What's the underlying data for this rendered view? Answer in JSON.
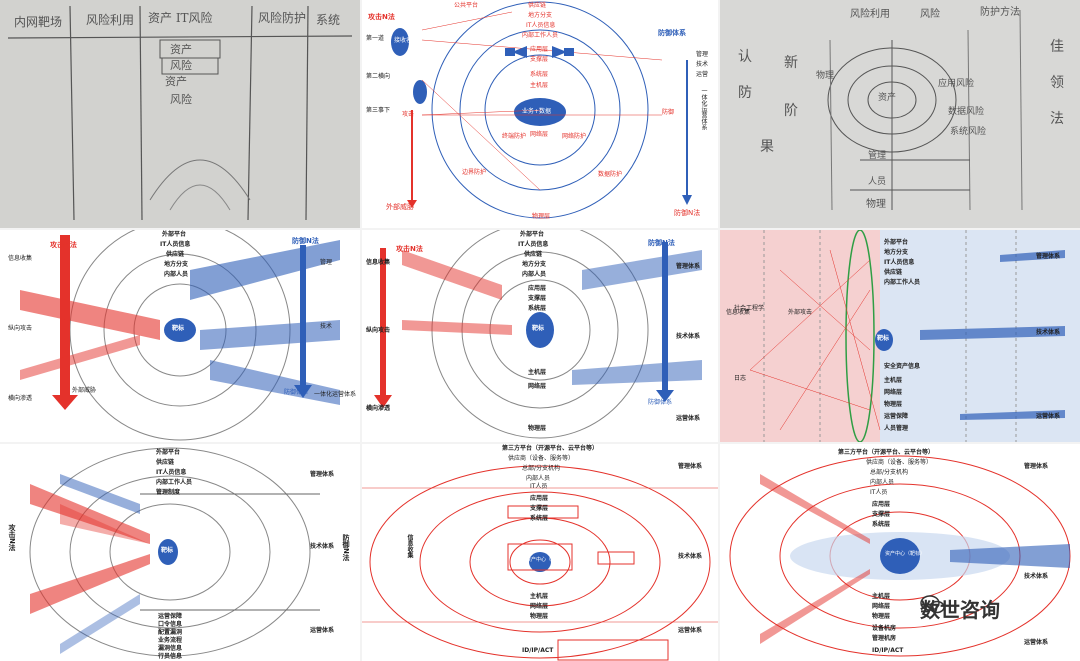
{
  "colors": {
    "attack": "#e4322b",
    "defense": "#2f5fb8",
    "pencil": "#555555",
    "paper": "#d8d8d6",
    "pink": "#f5d0d0"
  },
  "sketch1": {
    "columns": [
      "内网靶场",
      "风险利用",
      "资产 IT风险",
      "风险防护",
      "系统"
    ],
    "items": [
      "资产",
      "风险",
      "资产",
      "风险"
    ]
  },
  "diagram1": {
    "attack_title": "攻击N法",
    "defense_title": "防御体系",
    "public_platform": "公共平台",
    "supply_chain": "供应链",
    "regional_branch": "地方分支",
    "it_personnel": "IT人员信息",
    "internal_staff": "内部工作人员",
    "left_labels": [
      "第一道",
      "第二横向",
      "第三事下"
    ],
    "receive": "接收者",
    "app_layer": "应用层",
    "support_layer": "支撑层",
    "system_layer": "系统层",
    "host_layer": "主机层",
    "network_layer": "网络层",
    "center": "业务+数据",
    "attack_label": "攻击",
    "defense_label": "防御",
    "outside_threat": "外部威胁",
    "physical_layer": "物理层",
    "defense_n": "防御N法",
    "right_labels": [
      "管理",
      "技术",
      "运营",
      "一体化运营体系"
    ],
    "ring_labels": [
      "终端防护",
      "网络防护",
      "边界防护",
      "数据防护"
    ]
  },
  "sketch2": {
    "headers": [
      "风险利用",
      "风险",
      "防护方法"
    ],
    "left_chars": [
      "认",
      "新",
      "防",
      "阶",
      "果"
    ],
    "ring_words": [
      "资产",
      "应用风险",
      "数据风险",
      "系统风险",
      "物理",
      "管理",
      "人员"
    ],
    "bottom": "物理",
    "right_chars": [
      "佳",
      "领",
      "法"
    ]
  },
  "diagram2": {
    "attack_title": "攻击N法",
    "defense_title": "防御N法",
    "left": [
      "信息收集",
      "纵向攻击",
      "横向渗透",
      "外部威胁"
    ],
    "right": [
      "管理",
      "技术",
      "一体化运营体系"
    ],
    "center": "靶标",
    "top": [
      "外部平台",
      "IT人员信息",
      "供应链",
      "地方分支",
      "内部人员"
    ],
    "defense_bottom": "防御体系"
  },
  "diagram3": {
    "attack_title": "攻击N法",
    "defense_title": "防御N法",
    "left": [
      "信息收集",
      "纵向攻击",
      "横向渗透"
    ],
    "right": [
      "管理体系",
      "技术体系",
      "运营体系"
    ],
    "center": "靶标",
    "top": [
      "外部平台",
      "IT人员信息",
      "供应链",
      "地方分支",
      "内部人员"
    ],
    "rings": [
      "应用层",
      "支撑层",
      "系统层",
      "主机层",
      "网络层",
      "物理层"
    ],
    "defense_bottom": "防御体系"
  },
  "diagram4": {
    "left": [
      "信息收集",
      "外部攻击",
      "社会工程学",
      "日志"
    ],
    "right": [
      "管理体系",
      "技术体系",
      "运营体系"
    ],
    "center": "靶标",
    "top": [
      "外部平台",
      "地方分支",
      "IT人员信息",
      "供应链",
      "内部工作人员"
    ],
    "bottom": [
      "安全资产信息",
      "主机层",
      "网络层",
      "物理层",
      "运营保障",
      "人员管理"
    ]
  },
  "diagram5": {
    "left_vertical": "攻击N法",
    "right_vertical": "防御N法",
    "right": [
      "管理体系",
      "技术体系",
      "运营体系"
    ],
    "center": "靶标",
    "top": [
      "外部平台",
      "供应链",
      "IT人员信息",
      "内部工作人员",
      "管理制度"
    ],
    "bottom": [
      "运营保障",
      "口令信息",
      "配置漏洞",
      "业务流程",
      "漏洞信息",
      "行员信息"
    ]
  },
  "diagram6": {
    "top": "第三方平台（开源平台、云平台等）",
    "top2": [
      "供应商（设备、服务等）",
      "总部/分支机构",
      "内部人员",
      "IT人员"
    ],
    "rings": [
      "应用层",
      "支撑层",
      "系统层",
      "主机层",
      "网络层",
      "物理层"
    ],
    "center": "资产中心（靶标）",
    "left": "信息收集",
    "right": [
      "管理体系",
      "技术体系",
      "运营体系"
    ],
    "bottom": "ID/IP/ACT"
  },
  "diagram7": {
    "top": "第三方平台（开源平台、云平台等）",
    "top2": [
      "供应商（设备、服务等）",
      "总部/分支机构",
      "内部人员",
      "IT人员"
    ],
    "rings": [
      "应用层",
      "支撑层",
      "系统层",
      "主机层",
      "网络层",
      "物理层"
    ],
    "center": "资产中心（靶标）",
    "right": [
      "管理体系",
      "技术体系",
      "运营体系"
    ],
    "bottom": [
      "设备机房",
      "管理机房",
      "ID/IP/ACT"
    ],
    "watermark": "数世咨询"
  }
}
